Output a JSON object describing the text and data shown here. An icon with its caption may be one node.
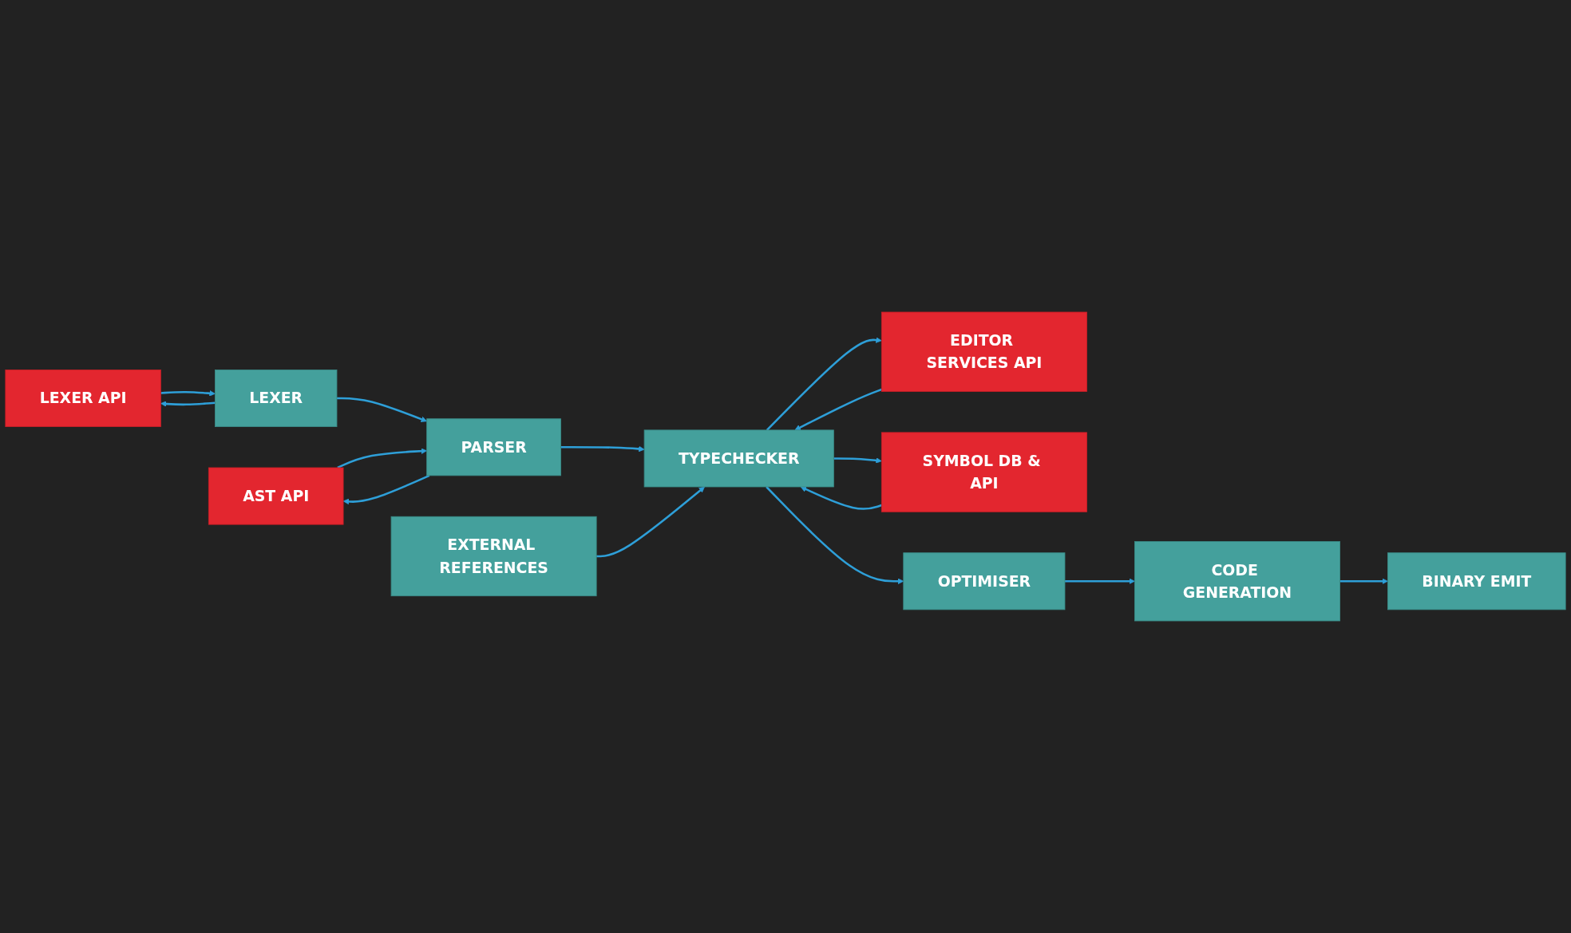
{
  "diagram": {
    "nodes": [
      {
        "text": [
          "EXTERNAL REFERENCES"
        ]
      },
      {
        "text": [
          "EDITOR SERVICES API"
        ]
      },
      {
        "text": [
          "LEXER"
        ]
      },
      {
        "text": [
          "PARSER"
        ]
      },
      {
        "text": [
          "TYPECHECKER"
        ]
      },
      {
        "text": [
          "SYMBOL DB & API"
        ]
      },
      {
        "text": [
          "LEXER API"
        ]
      },
      {
        "text": [
          "AST API"
        ]
      },
      {
        "text": [
          "BINARY EMIT"
        ]
      },
      {
        "text": [
          "CODE GENERATION"
        ]
      },
      {
        "text": [
          "OPTIMISER"
        ]
      }
    ],
    "edges": [
      {
        "from": 2,
        "to": 3,
        "arrow": "to"
      },
      {
        "from": 3,
        "to": 4,
        "arrow": "to"
      },
      {
        "from": 0,
        "to": 4,
        "arrow": "to"
      },
      {
        "from": 2,
        "to": 6,
        "arrow": "to"
      },
      {
        "from": 6,
        "to": 2,
        "arrow": "to"
      },
      {
        "from": 3,
        "to": 7,
        "arrow": "to"
      },
      {
        "from": 7,
        "to": 3,
        "arrow": "to"
      },
      {
        "from": 1,
        "to": 4,
        "arrow": "to"
      },
      {
        "from": 4,
        "to": 1,
        "arrow": "to"
      },
      {
        "from": 5,
        "to": 4,
        "arrow": "to"
      },
      {
        "from": 4,
        "to": 5,
        "arrow": "to"
      },
      {
        "from": 4,
        "to": 10,
        "arrow": "to"
      },
      {
        "from": 10,
        "to": 9,
        "arrow": "to"
      },
      {
        "from": 9,
        "to": 8,
        "arrow": "to"
      }
    ]
  }
}
